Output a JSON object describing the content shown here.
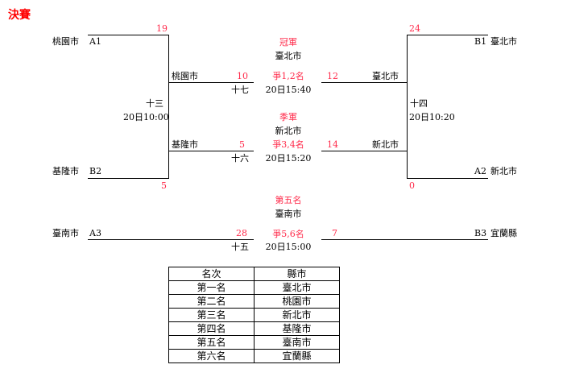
{
  "title": "決賽",
  "left": {
    "a1": {
      "team": "桃園市",
      "seed": "A1",
      "score": "19"
    },
    "b2": {
      "team": "基隆市",
      "seed": "B2",
      "score": "5"
    },
    "game": "十三",
    "time": "20日10:00",
    "winner_top": {
      "team": "桃園市",
      "score": "10",
      "game": "十七"
    },
    "winner_bottom": {
      "team": "基隆市",
      "score": "5",
      "game": "十六"
    }
  },
  "right": {
    "b1": {
      "team": "臺北市",
      "seed": "B1",
      "score": "24"
    },
    "a2": {
      "team": "新北市",
      "seed": "A2",
      "score": "0"
    },
    "game": "十四",
    "time": "20日10:20",
    "winner_top": {
      "team": "臺北市",
      "score": "12"
    },
    "winner_bottom": {
      "team": "新北市",
      "score": "14"
    }
  },
  "center": {
    "champion": {
      "label": "冠軍",
      "team": "臺北市",
      "match": "爭1,2名",
      "time": "20日15:40"
    },
    "third": {
      "label": "季軍",
      "team": "新北市",
      "match": "爭3,4名",
      "time": "20日15:20"
    },
    "fifth": {
      "label": "第五名",
      "team": "臺南市",
      "match": "爭5,6名",
      "time": "20日15:00"
    }
  },
  "fifth_match": {
    "left": {
      "team": "臺南市",
      "seed": "A3",
      "score": "28",
      "game": "十五"
    },
    "right": {
      "team": "宜蘭縣",
      "seed": "B3",
      "score": "7"
    }
  },
  "ranking": {
    "headers": [
      "名次",
      "縣市"
    ],
    "rows": [
      [
        "第一名",
        "臺北市"
      ],
      [
        "第二名",
        "桃園市"
      ],
      [
        "第三名",
        "新北市"
      ],
      [
        "第四名",
        "基隆市"
      ],
      [
        "第五名",
        "臺南市"
      ],
      [
        "第六名",
        "宜蘭縣"
      ]
    ]
  }
}
